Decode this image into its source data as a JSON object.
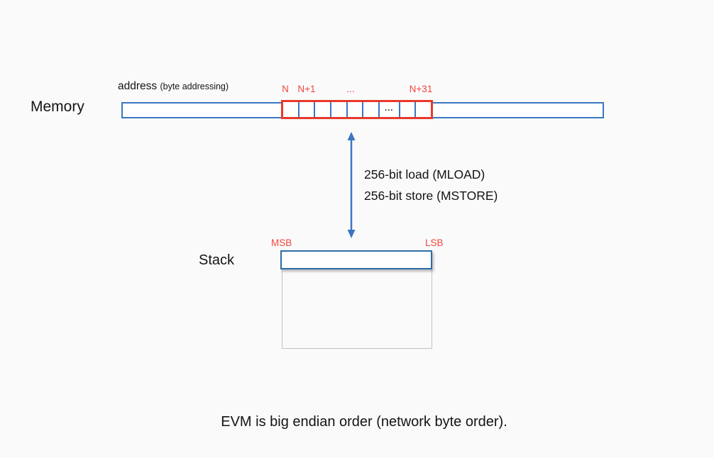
{
  "colors": {
    "background": "#fafafb",
    "memory_blue": "#3b76c1",
    "stack_blue": "#2e6da6",
    "highlight_red_border": "#e8392b",
    "label_red": "#f4453a",
    "text": "#141414",
    "stack_gray_border": "#c0c0c4"
  },
  "memory": {
    "label": "Memory",
    "address_label": "address",
    "address_note": "(byte addressing)",
    "byte_labels": [
      "N",
      "N+1",
      "...",
      "N+31"
    ],
    "cells": [
      "",
      "",
      "",
      "",
      "",
      "",
      "...",
      "",
      ""
    ]
  },
  "operations": {
    "load": "256-bit load (MLOAD)",
    "store": "256-bit store (MSTORE)"
  },
  "stack": {
    "label": "Stack",
    "msb": "MSB",
    "lsb": "LSB"
  },
  "caption": "EVM is big endian order (network byte order)."
}
